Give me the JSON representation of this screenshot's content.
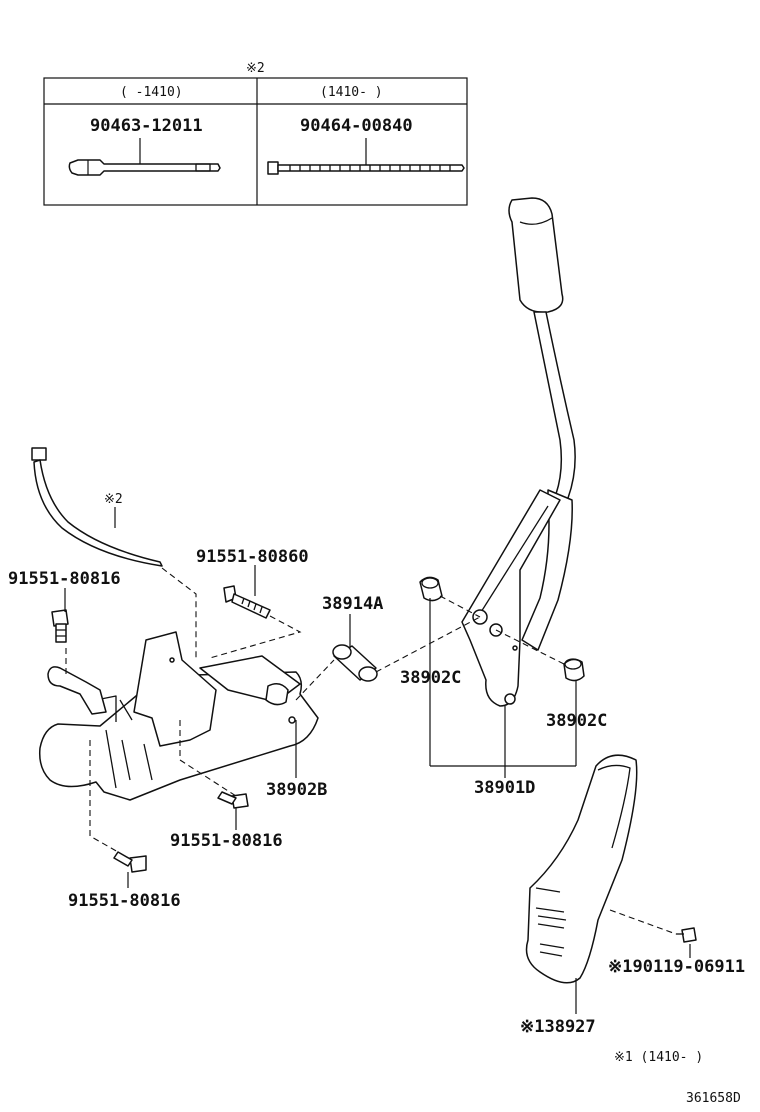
{
  "table": {
    "note_mark": "※2",
    "col1_header": "(    -1410)",
    "col2_header": "(1410-     )",
    "col1_part": "90463-12011",
    "col2_part": "90464-00840"
  },
  "callouts": {
    "tie_note": "※2",
    "bolt_long": "91551-80860",
    "bolt_top": "91551-80816",
    "bushing": "38914A",
    "collar_left": "38902C",
    "collar_right": "38902C",
    "bracket": "38902B",
    "lever": "38901D",
    "bolt_mid": "91551-80816",
    "bolt_low": "91551-80816",
    "screw": "※190119-06911",
    "cover": "※138927"
  },
  "footer": {
    "footnote": "※1 (1410-     )",
    "diagram_code": "361658D"
  }
}
